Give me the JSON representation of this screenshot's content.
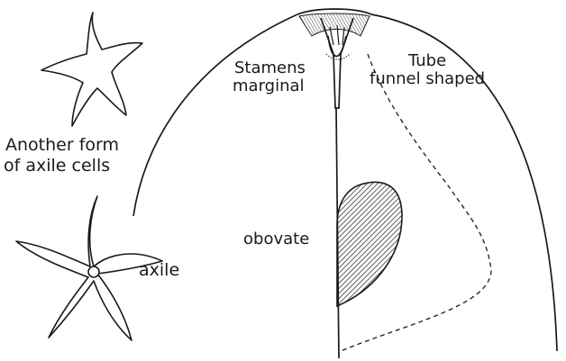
{
  "labels": {
    "another_form_line1": "Another form",
    "another_form_line2": "of axile cells",
    "axile": "axile",
    "stamens_line1": "Stamens",
    "stamens_line2": "marginal",
    "tube_line1": "Tube",
    "tube_line2": "funnel shaped",
    "obovate": "obovate"
  },
  "colors": {
    "ink": "#1a1a1a",
    "background": "#ffffff"
  },
  "figures": [
    "star-shaped-axile-cell-upper",
    "star-shaped-axile-cell-lower",
    "ovary-section",
    "funnel-shaped-tube-dashed",
    "obovate-hatched-organ"
  ]
}
